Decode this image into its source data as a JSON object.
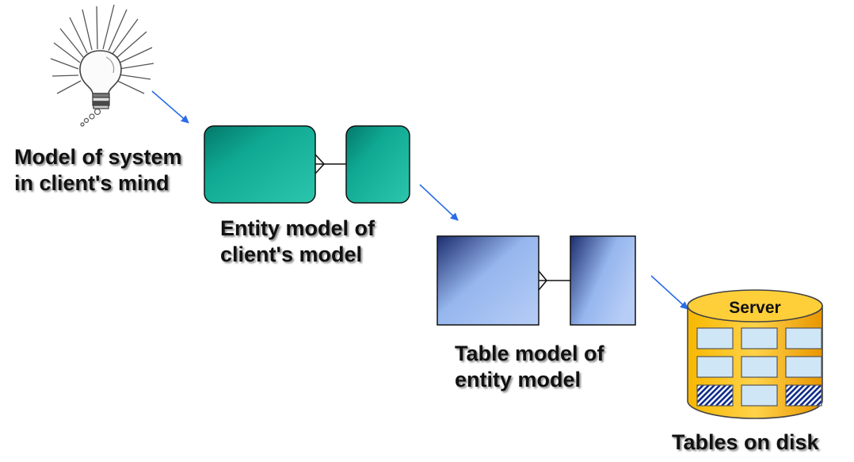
{
  "labels": {
    "mind_line1": "Model of system",
    "mind_line2": "in client's mind",
    "entity_line1": "Entity model of",
    "entity_line2": "client's model",
    "table_line1": "Table model of",
    "table_line2": "entity model",
    "disk": "Tables on disk"
  },
  "server": {
    "label": "Server",
    "grid": [
      [
        "light",
        "light",
        "light"
      ],
      [
        "light",
        "light",
        "light"
      ],
      [
        "hatched",
        "light",
        "hatched"
      ]
    ]
  },
  "colors": {
    "arrow": "#2a6be8",
    "entity_box": "#0fa892",
    "table_box": "#96b6ee",
    "server_body": "#f4a600",
    "server_cell": "#cfe6f7"
  },
  "icons": [
    "lightbulb-icon",
    "server-cylinder-icon"
  ]
}
